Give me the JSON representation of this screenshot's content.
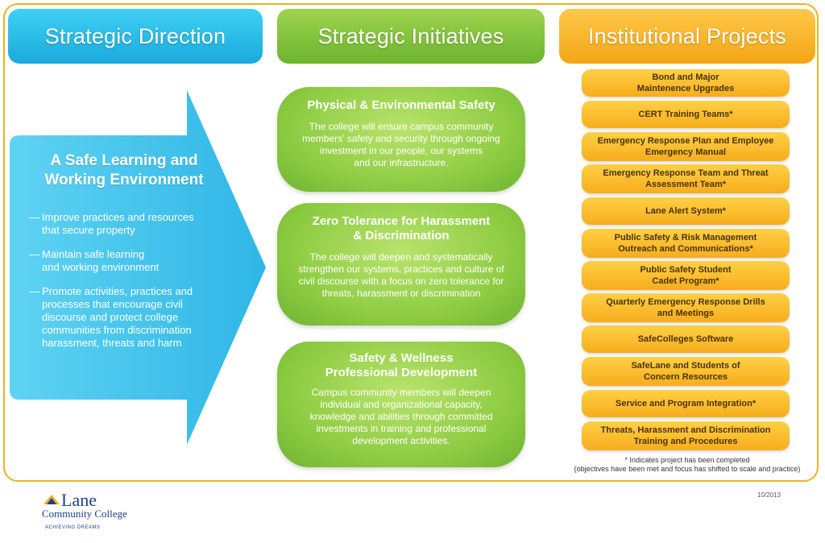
{
  "headers": {
    "direction": "Strategic Direction",
    "initiatives": "Strategic Initiatives",
    "projects": "Institutional Projects"
  },
  "direction": {
    "title_line1": "A Safe Learning and",
    "title_line2": "Working Environment",
    "bullets": [
      {
        "dash": "—",
        "line1": "Improve practices and resources",
        "line2": "that secure property"
      },
      {
        "dash": "—",
        "line1": "Maintain safe learning",
        "line2": "and working environment"
      },
      {
        "dash": "—",
        "line1": "Promote activities, practices and",
        "line2": "processes that encourage civil",
        "line3": "discourse and protect college",
        "line4": "communities from discrimination",
        "line5": "harassment, threats and harm"
      }
    ]
  },
  "initiatives": [
    {
      "title_line1": "Physical & Environmental Safety",
      "desc": [
        "The college will ensure campus community",
        "members’ safety and security through ongoing",
        "investment in our people, our systems",
        "and our infrastructure."
      ]
    },
    {
      "title_line1": "Zero Tolerance for Harassment",
      "title_line2": "& Discrimination",
      "desc": [
        "The college will deepen and systematically",
        "strengthen our systems, practices and culture of",
        "civil discourse with a focus on zero tolerance for",
        "threats, harassment or discrimination"
      ]
    },
    {
      "title_line1": "Safety & Wellness",
      "title_line2": "Professional Development",
      "desc": [
        "Campus community members will deepen",
        "individual and organizational capacity,",
        "knowledge and abilities through committed",
        "investments in training and professional",
        "development activities."
      ]
    }
  ],
  "projects": [
    {
      "line1": "Bond and Major",
      "line2": "Maintenence Upgrades"
    },
    {
      "line1": "CERT Training Teams*"
    },
    {
      "line1": "Emergency Response Plan and Employee",
      "line2": "Emergency Manual"
    },
    {
      "line1": "Emergency Response Team and Threat",
      "line2": "Assessment Team*"
    },
    {
      "line1": "Lane Alert System*"
    },
    {
      "line1": "Public Safety & Risk Management",
      "line2": "Outreach and Communications*"
    },
    {
      "line1": "Public Safety Student",
      "line2": "Cadet Program*"
    },
    {
      "line1": "Quarterly Emergency Response Drills",
      "line2": "and Meetings"
    },
    {
      "line1": "SafeColleges Software"
    },
    {
      "line1": "SafeLane and Students of",
      "line2": "Concern Resources"
    },
    {
      "line1": "Service and Program Integration*"
    },
    {
      "line1": "Threats, Harassment and Discrimination",
      "line2": "Training and Procedures"
    }
  ],
  "footnote": {
    "line1": "* Indicates project has been completed",
    "line2": "(objectives have been met and focus has shifted to scale and practice)"
  },
  "logo": {
    "name": "Lane",
    "college": "Community College",
    "tagline": "ACHIEVING DREAMS"
  },
  "date": "10/2013",
  "colors": {
    "blue": "#1aa9dc",
    "green": "#8ccb41",
    "orange": "#f6ad1d",
    "frame": "#f1b31c"
  }
}
